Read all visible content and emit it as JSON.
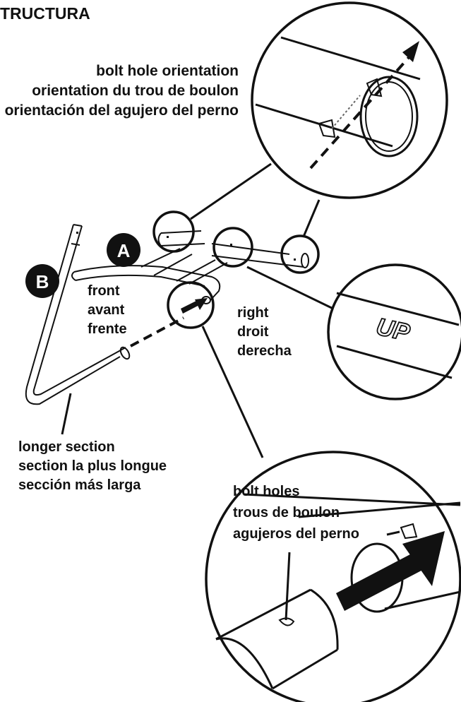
{
  "title": "TRUCTURA",
  "badges": {
    "a": "A",
    "b": "B"
  },
  "orientation_label": {
    "line1": "bolt hole orientation",
    "line2": "orientation du trou de boulon",
    "line3": "orientación del agujero del perno"
  },
  "front_label": {
    "line1": "front",
    "line2": "avant",
    "line3": "frente"
  },
  "right_label": {
    "line1": "right",
    "line2": "droit",
    "line3": "derecha"
  },
  "longer_label": {
    "line1": "longer section",
    "line2": "section la plus longue",
    "line3": "sección más larga"
  },
  "bolt_holes_label": {
    "line1": "bolt holes",
    "line2": "trous de boulon",
    "line3": "agujeros del perno"
  },
  "up_marking": "UP"
}
